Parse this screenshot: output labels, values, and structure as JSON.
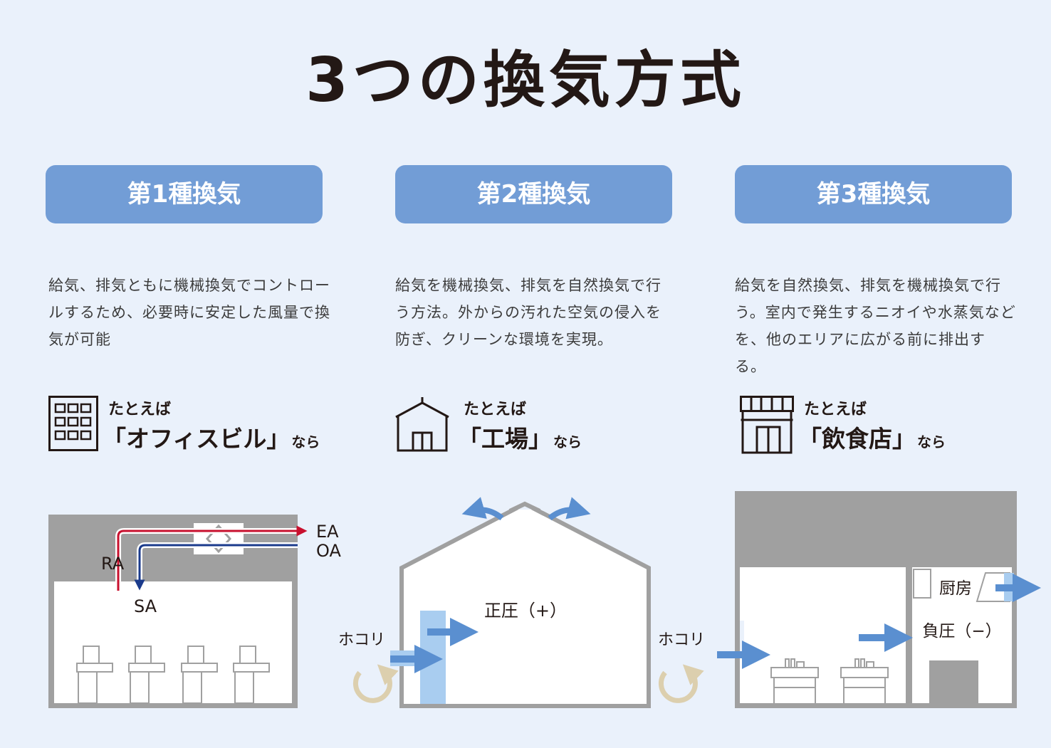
{
  "title": "3つの換気方式",
  "types": [
    {
      "label": "第1種換気",
      "description": "給気、排気ともに機械換気でコントロールするため、必要時に安定した風量で換気が可能",
      "example_prefix": "たとえば",
      "example_name": "「オフィスビル」",
      "example_suffix": "なら",
      "icon": "office-building-icon"
    },
    {
      "label": "第2種換気",
      "description": "給気を機械換気、排気を自然換気で行う方法。外からの汚れた空気の侵入を防ぎ、クリーンな環境を実現。",
      "example_prefix": "たとえば",
      "example_name": "「工場」",
      "example_suffix": "なら",
      "icon": "factory-icon"
    },
    {
      "label": "第3種換気",
      "description": "給気を自然換気、排気を機械換気で行う。室内で発生するニオイや水蒸気などを、他のエリアに広がる前に排出する。",
      "example_prefix": "たとえば",
      "example_name": "「飲食店」",
      "example_suffix": "なら",
      "icon": "restaurant-icon"
    }
  ],
  "diagram1": {
    "ea": "EA",
    "oa": "OA",
    "ra": "RA",
    "sa": "SA"
  },
  "diagram2": {
    "room": "正圧（+）",
    "dust": "ホコリ"
  },
  "diagram3": {
    "kitchen": "厨房",
    "pressure": "負圧（−）",
    "dust": "ホコリ"
  },
  "colors": {
    "background": "#eaf1fb",
    "pill": "#729dd6",
    "arrow_blue": "#5a8fd0",
    "exhaust_red": "#c8102e",
    "supply_navy": "#1b3b8c",
    "wall_gray": "#a0a0a0",
    "dust_swirl": "#dccfae",
    "supply_column": "#a9cdf0"
  }
}
